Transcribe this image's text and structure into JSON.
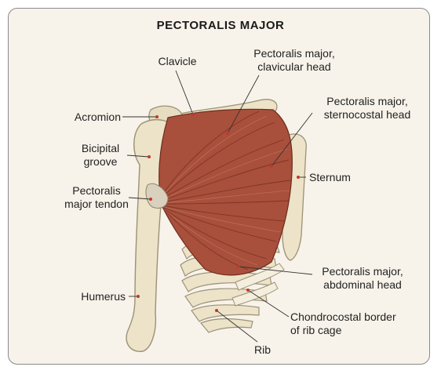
{
  "title": "PECTORALIS MAJOR",
  "colors": {
    "background": "#f7f3ea",
    "bone": "#ece3c8",
    "muscle": "#a8503c",
    "muscle_dark": "#7a2f22",
    "tendon": "#d9d0bd",
    "leader": "#333333"
  },
  "labels": {
    "clavicle": {
      "line1": "Clavicle"
    },
    "clavicular_head": {
      "line1": "Pectoralis major,",
      "line2": "clavicular head"
    },
    "sternocostal_head": {
      "line1": "Pectoralis major,",
      "line2": "sternocostal head"
    },
    "acromion": {
      "line1": "Acromion"
    },
    "bicipital_groove": {
      "line1": "Bicipital",
      "line2": "groove"
    },
    "sternum": {
      "line1": "Sternum"
    },
    "tendon": {
      "line1": "Pectoralis",
      "line2": "major tendon"
    },
    "abdominal_head": {
      "line1": "Pectoralis major,",
      "line2": "abdominal head"
    },
    "humerus": {
      "line1": "Humerus"
    },
    "chondrocostal": {
      "line1": "Chondrocostal border",
      "line2": "of rib cage"
    },
    "rib": {
      "line1": "Rib"
    }
  }
}
